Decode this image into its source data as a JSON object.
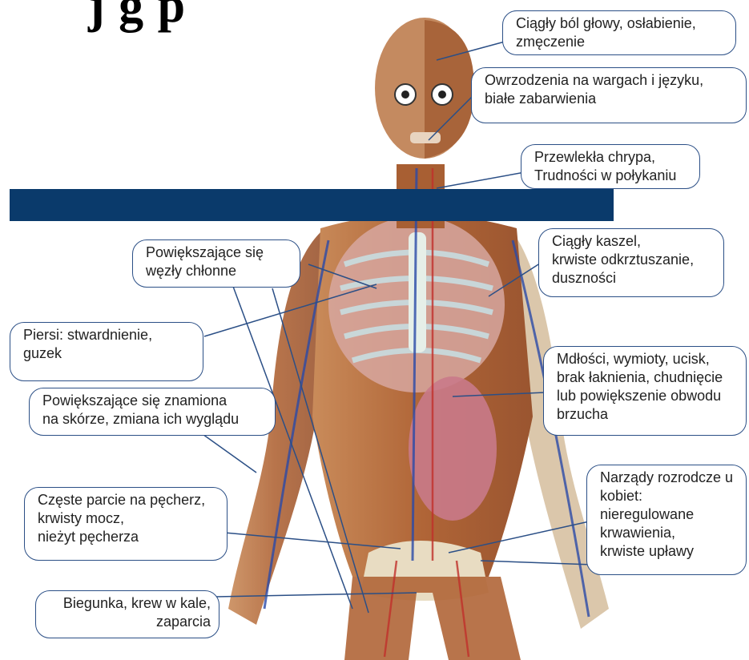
{
  "title": "j      g p",
  "callouts": {
    "head": {
      "lines": [
        "Ciągły ból głowy, osłabienie,",
        "zmęczenie"
      ]
    },
    "lips": {
      "lines": [
        "Owrzodzenia na wargach i języku,",
        "białe zabarwienia"
      ]
    },
    "throat": {
      "lines": [
        "Przewlekła chrypa,",
        "Trudności w połykaniu"
      ]
    },
    "lymph": {
      "lines": [
        "Powiększające się",
        "węzły chłonne"
      ]
    },
    "cough": {
      "lines": [
        "Ciągły kaszel,",
        "krwiste odkrztuszanie,",
        "duszności"
      ]
    },
    "breast": {
      "lines": [
        "Piersi: stwardnienie,",
        "guzek"
      ]
    },
    "stomach": {
      "lines": [
        "Mdłości, wymioty, ucisk,",
        "brak łaknienia, chudnięcie",
        "lub powiększenie obwodu",
        "brzucha"
      ]
    },
    "skin": {
      "lines": [
        "Powiększające się znamiona",
        "na skórze, zmiana ich wyglądu"
      ]
    },
    "bladder": {
      "lines": [
        "Częste parcie na pęcherz,",
        "krwisty mocz,",
        "nieżyt pęcherza"
      ]
    },
    "reproductive": {
      "lines": [
        "Narządy rozrodcze u",
        "kobiet:",
        "nieregulowane",
        "krwawienia,",
        "krwiste upławy"
      ]
    },
    "bowel": {
      "lines": [
        "Biegunka, krew w kale,",
        "zaparcia"
      ]
    }
  },
  "colors": {
    "banner": "#0a3a6b",
    "callout_border": "#2b4f86",
    "leader": "#2b4f86",
    "skin": "#b56a3c",
    "bone": "#e9dcc4"
  }
}
